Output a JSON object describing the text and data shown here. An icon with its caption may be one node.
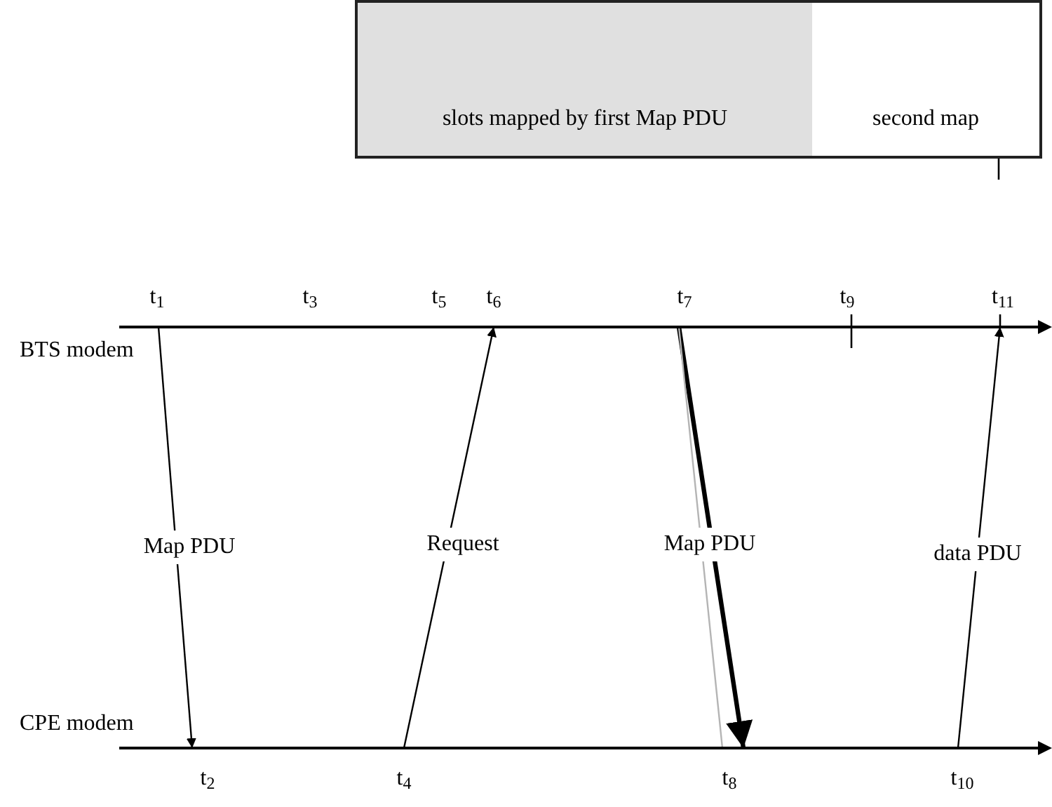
{
  "diagram": {
    "nodes": [
      {
        "text": [
          "slots mapped by first Map PDU"
        ]
      },
      {
        "text": [
          "second map"
        ]
      },
      {
        "text": [
          "BTS modem"
        ]
      },
      {
        "text": [
          "CPE modem"
        ]
      }
    ],
    "edges": [
      {
        "from": 2,
        "to": 3,
        "arrow": "to",
        "label": "Map PDU"
      },
      {
        "from": 3,
        "to": 2,
        "arrow": "to",
        "label": "Request"
      },
      {
        "from": 2,
        "to": 3,
        "arrow": "to",
        "label": "Map PDU",
        "style": "thick"
      },
      {
        "from": 2,
        "to": 3,
        "arrow": "none",
        "color": "#b4b4b4"
      },
      {
        "from": 3,
        "to": 2,
        "arrow": "to",
        "label": "data PDU"
      }
    ],
    "labels": [
      "t$_{1}$",
      "t$_{3}$",
      "t$_{5}$",
      "t$_{6}$",
      "t$_{7}$",
      "t$_{9}$",
      "t$_{11}$",
      "t$_{2}$",
      "t$_{4}$",
      "t$_{8}$",
      "t$_{10}$"
    ]
  }
}
